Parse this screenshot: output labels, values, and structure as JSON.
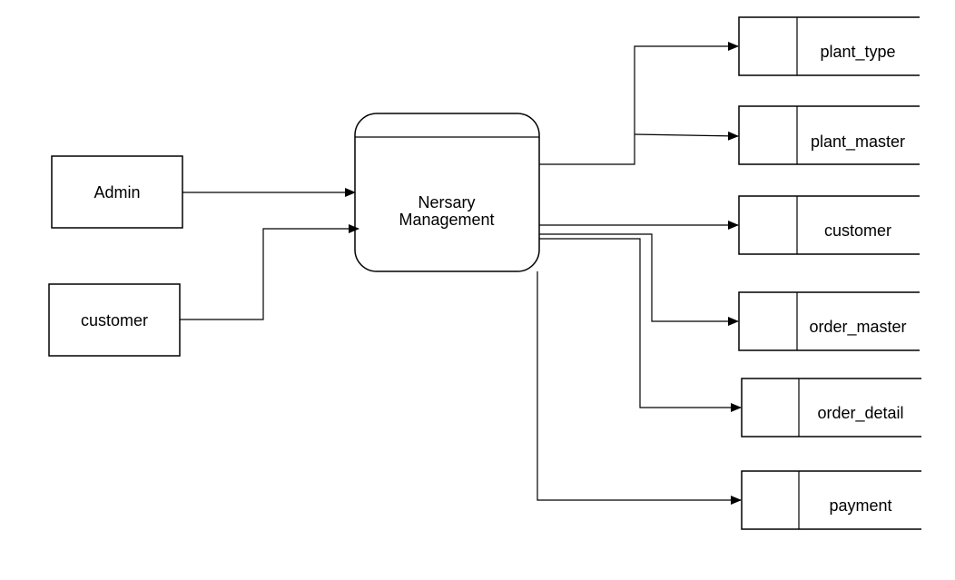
{
  "entities": [
    {
      "id": "admin",
      "label": "Admin"
    },
    {
      "id": "customer",
      "label": "customer"
    }
  ],
  "process": {
    "line1": "Nersary",
    "line2": "Management"
  },
  "data_stores": [
    {
      "id": "plant_type",
      "label": "plant_type"
    },
    {
      "id": "plant_master",
      "label": "plant_master"
    },
    {
      "id": "customer",
      "label": "customer"
    },
    {
      "id": "order_master",
      "label": "order_master"
    },
    {
      "id": "order_detail",
      "label": "order_detail"
    },
    {
      "id": "payment",
      "label": "payment"
    }
  ],
  "colors": {
    "stroke": "#000000",
    "background": "#ffffff"
  }
}
